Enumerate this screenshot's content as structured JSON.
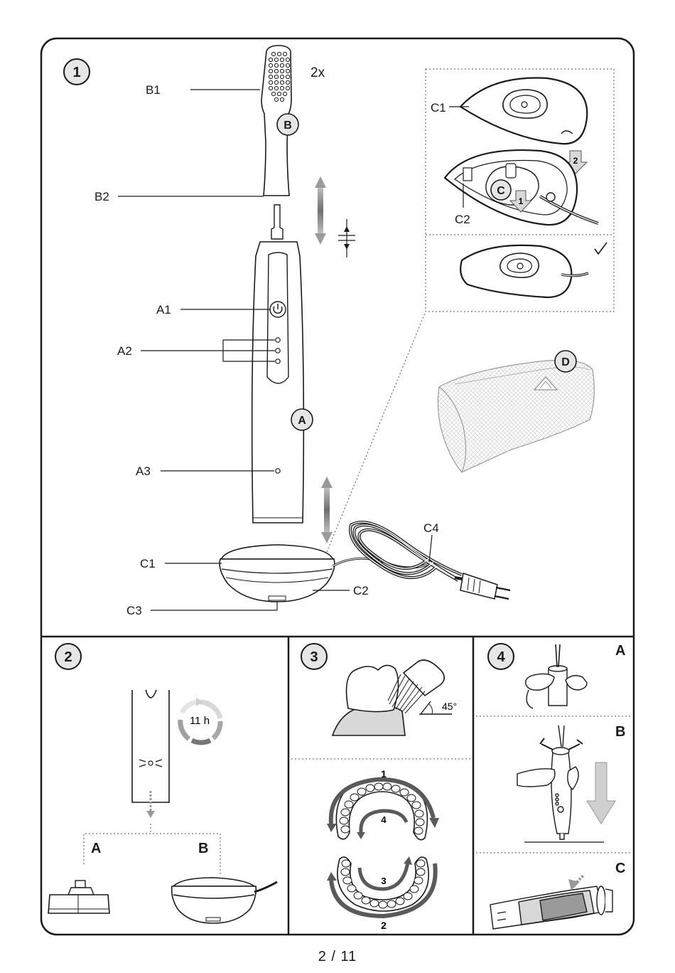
{
  "page_number": "2 / 11",
  "panel1": {
    "step_number": "1",
    "quantity": "2x",
    "labels": {
      "b1": "B1",
      "b": "B",
      "b2": "B2",
      "a1": "A1",
      "a2": "A2",
      "a": "A",
      "a3": "A3",
      "c1": "C1",
      "c2": "C2",
      "c3": "C3",
      "c4": "C4",
      "inset_c1": "C1",
      "inset_c": "C",
      "inset_c2": "C2",
      "inset_step1": "1",
      "inset_step2": "2",
      "d": "D"
    }
  },
  "panel2": {
    "step_number": "2",
    "charge_time": "11 h",
    "option_a": "A",
    "option_b": "B"
  },
  "panel3": {
    "step_number": "3",
    "angle": "45°",
    "sequence": [
      "1",
      "2",
      "3",
      "4"
    ]
  },
  "panel4": {
    "step_number": "4",
    "sub_a": "A",
    "sub_b": "B",
    "sub_c": "C"
  },
  "colors": {
    "line": "#1a1a1a",
    "arrow_gray": "#8c8c8c",
    "fill_gray": "#cfcfcf",
    "badge_fill": "#e6e6e6"
  }
}
